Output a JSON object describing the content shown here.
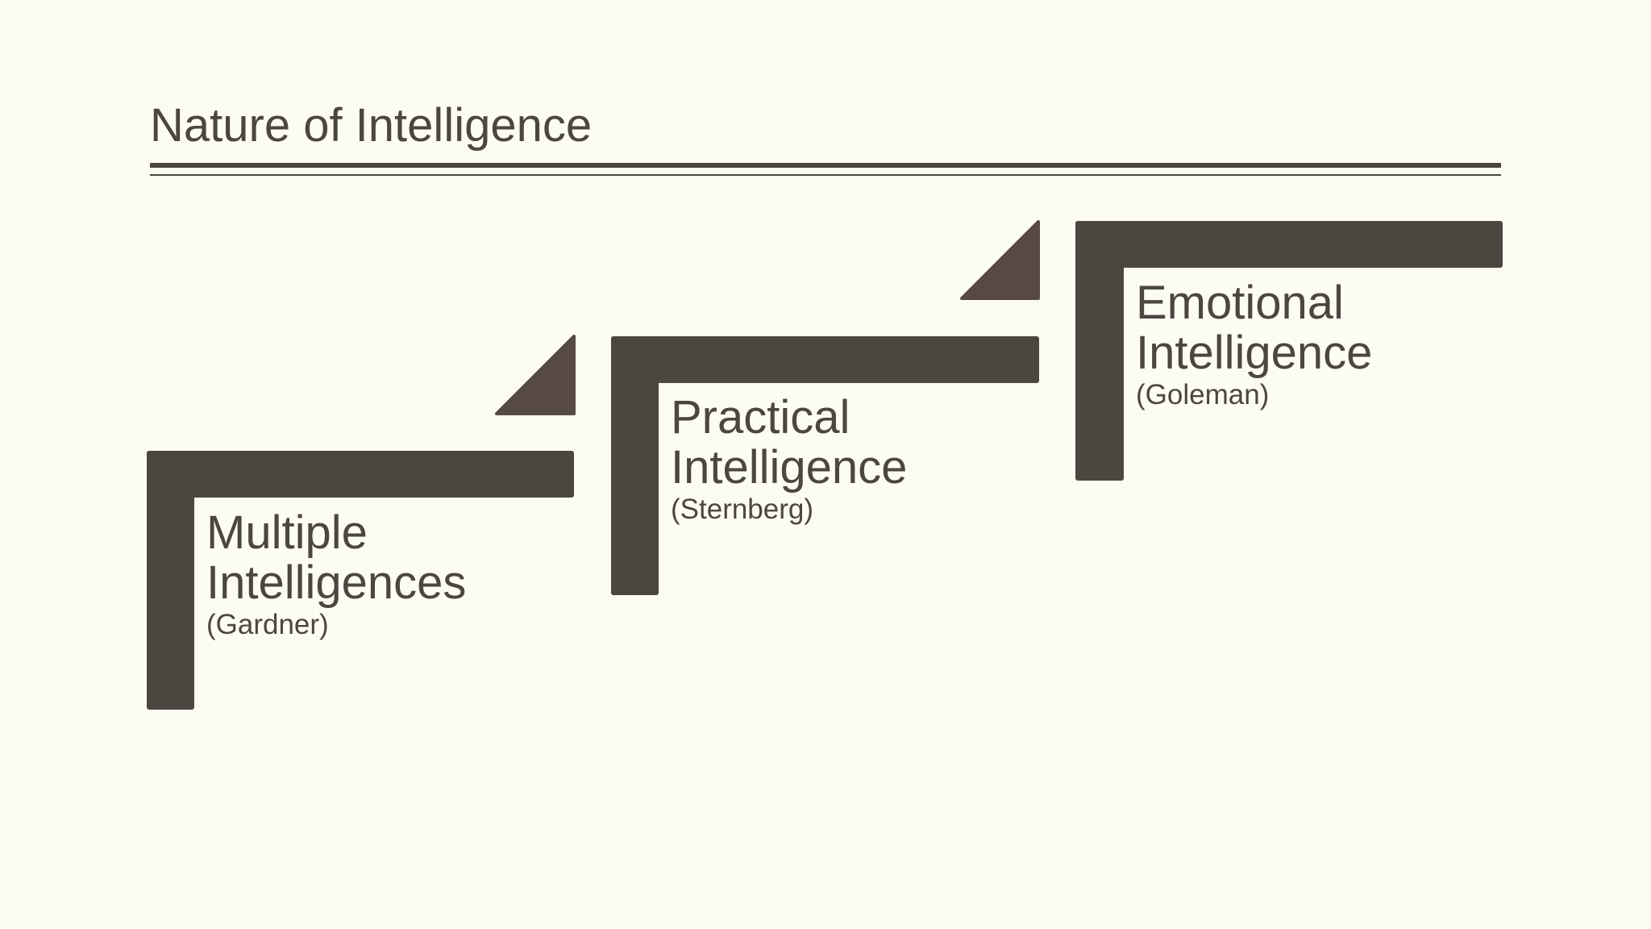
{
  "slide": {
    "title": "Nature of Intelligence"
  },
  "steps": [
    {
      "line1": "Multiple",
      "line2": "Intelligences",
      "author": "(Gardner)"
    },
    {
      "line1": "Practical",
      "line2": "Intelligence",
      "author": "(Sternberg)"
    },
    {
      "line1": "Emotional",
      "line2": "Intelligence",
      "author": "(Goleman)"
    }
  ],
  "colors": {
    "background": "#fdfcf3",
    "shape": "#4b4740",
    "arrow": "#574a44",
    "text": "#4b4740"
  }
}
